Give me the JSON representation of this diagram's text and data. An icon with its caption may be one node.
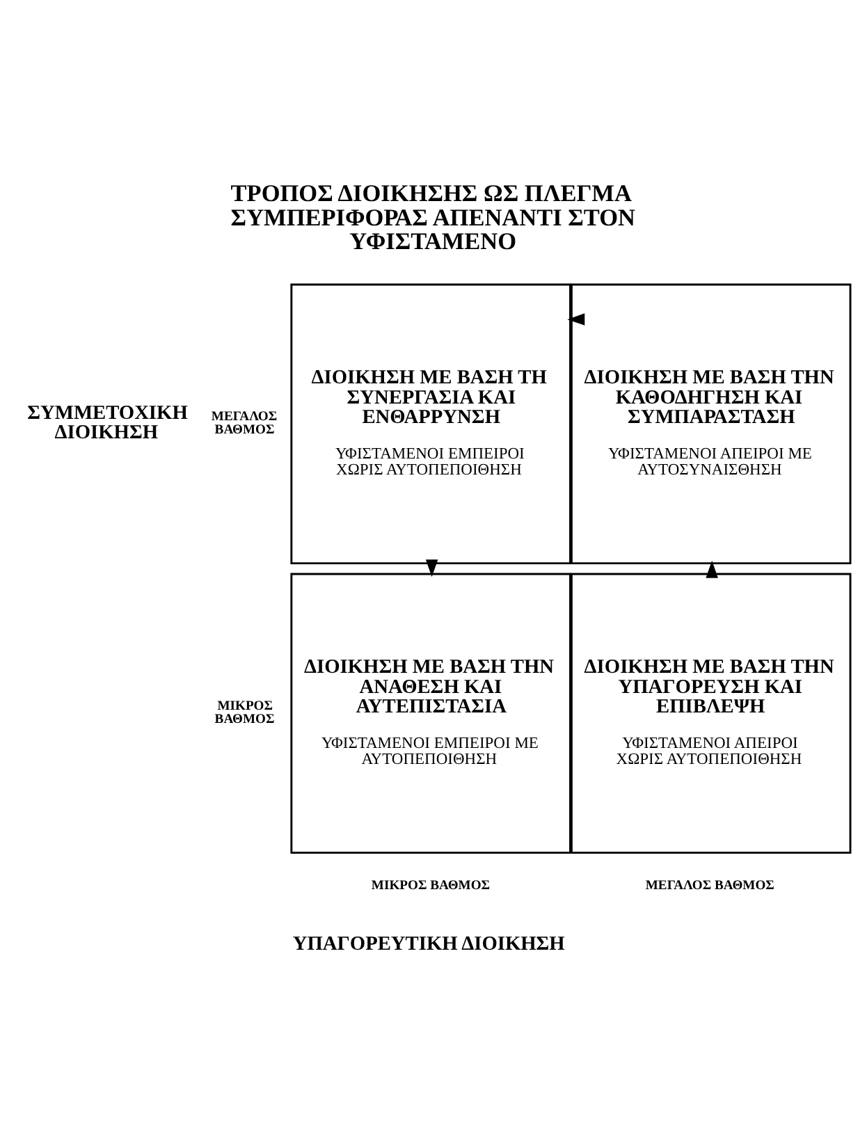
{
  "diagram": {
    "title": "ΤΡΟΠΟΣ ΔΙΟΙΚΗΣΗΣ ΩΣ ΠΛΕΓΜΑ ΣΥΜΠΕΡΙΦΟΡΑΣ ΑΠΕΝΑΝΤΙ ΣΤΟΝ ΥΦΙΣΤΑΜΕΝΟ",
    "nodes": [
      {
        "text": [
          "ΔΙΟΙΚΗΣΗ ΜΕ ΒΑΣΗ ΤΗ ΣΥΝΕΡΓΑΣΙΑ ΚΑΙ ΕΝΘΑΡΡΥΝΣΗ",
          "ΥΦΙΣΤΑΜΕΝΟΙ ΕΜΠΕΙΡΟΙ ΧΩΡΙΣ ΑΥΤΟΠΕΠΟΙΘΗΣΗ"
        ]
      },
      {
        "text": [
          "ΔΙΟΙΚΗΣΗ ΜΕ ΒΑΣΗ ΤΗΝ ΚΑΘΟΔΗΓΗΣΗ ΚΑΙ ΣΥΜΠΑΡΑΣΤΑΣΗ",
          "ΥΦΙΣΤΑΜΕΝΟΙ ΑΠΕΙΡΟΙ ΜΕ ΑΥΤΟΣΥΝΑΙΣΘΗΣΗ"
        ]
      },
      {
        "text": [
          "ΔΙΟΙΚΗΣΗ ΜΕ ΒΑΣΗ ΤΗΝ ΑΝΑΘΕΣΗ ΚΑΙ ΑΥΤΕΠΙΣΤΑΣΙΑ",
          "ΥΦΙΣΤΑΜΕΝΟΙ ΕΜΠΕΙΡΟΙ ΜΕ ΑΥΤΟΠΕΠΟΙΘΗΣΗ"
        ]
      },
      {
        "text": [
          "ΔΙΟΙΚΗΣΗ ΜΕ ΒΑΣΗ ΤΗΝ ΥΠΑΓΟΡΕΥΣΗ ΚΑΙ ΕΠΙΒΛΕΨΗ",
          "ΥΦΙΣΤΑΜΕΝΟΙ ΑΠΕΙΡΟΙ ΧΩΡΙΣ ΑΥΤΟΠΕΠΟΙΘΗΣΗ"
        ]
      }
    ],
    "edges": [
      {
        "from": 3,
        "to": 1,
        "arrow": "to"
      },
      {
        "from": 1,
        "to": 0,
        "arrow": "to"
      },
      {
        "from": 0,
        "to": 2,
        "arrow": "to"
      }
    ],
    "labels": [
      "ΜΕΓΑΛΟΣ ΒΑΘΜΟΣ",
      "ΣΥΜΜΕΤΟΧΙΚΗ ΔΙΟΙΚΗΣΗ",
      "ΜΙΚΡΟΣ ΒΑΘΜΟΣ",
      "ΜΙΚΡΟΣ ΒΑΘΜΟΣ",
      "ΜΕΓΑΛΟΣ ΒΑΘΜΟΣ",
      "ΥΠΑΓΟΡΕΥΤΙΚΗ ΔΙΟΙΚΗΣΗ"
    ]
  }
}
